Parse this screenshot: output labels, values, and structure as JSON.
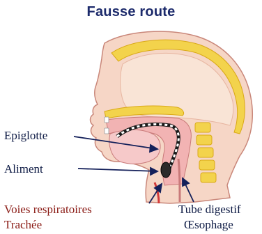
{
  "title": "Fausse route",
  "labels": {
    "epiglotte": "Epiglotte",
    "aliment": "Aliment",
    "voies_respiratoires": "Voies respiratoires",
    "trachee": "Trachée",
    "tube_digestif": "Tube digestif",
    "oesophage": "Œsophage"
  },
  "colors": {
    "title": "#1c2a6b",
    "label": "#0d1a44",
    "label_red": "#8a1a14",
    "skin": "#f4d0c0",
    "bone": "#f0d04a",
    "tissue": "#f2b3b3",
    "food": "#2a2a2a"
  }
}
